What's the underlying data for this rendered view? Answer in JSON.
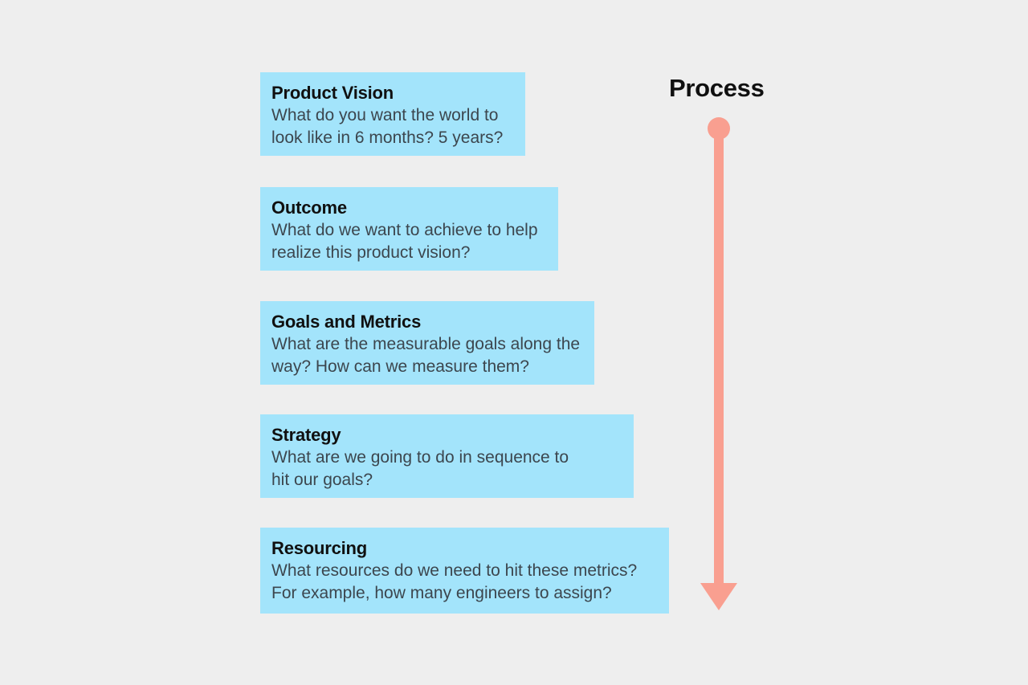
{
  "colors": {
    "bg": "#eeeeee",
    "card_bg": "#a3e4fb",
    "arrow": "#f99f90",
    "title_text": "#101010",
    "body_text": "#3c464e"
  },
  "process": {
    "label": "Process"
  },
  "steps": [
    {
      "title": "Product Vision",
      "description": "What do you want the world to look like in 6 months? 5 years?"
    },
    {
      "title": "Outcome",
      "description": "What do we want to achieve to help realize this product vision?"
    },
    {
      "title": "Goals and Metrics",
      "description": "What are the measurable goals along the way? How can we measure them?"
    },
    {
      "title": "Strategy",
      "description": "What are we going to do in sequence to hit our goals?"
    },
    {
      "title": "Resourcing",
      "description": "What resources do we need to hit these metrics? For example, how many engineers to assign?"
    }
  ]
}
